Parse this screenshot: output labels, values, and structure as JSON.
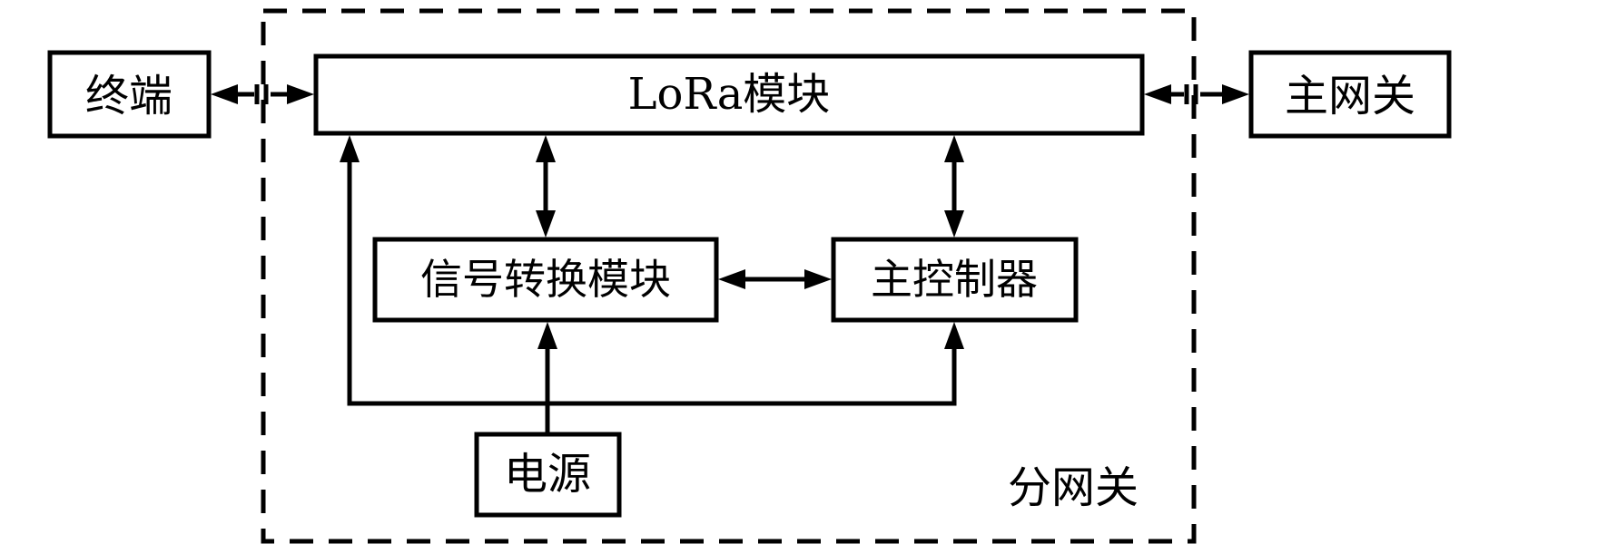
{
  "labels": {
    "terminal": "终端",
    "lora_module": "LoRa模块",
    "main_gateway": "主网关",
    "signal_conversion_module": "信号转换模块",
    "main_controller": "主控制器",
    "power_supply": "电源",
    "sub_gateway": "分网关"
  }
}
